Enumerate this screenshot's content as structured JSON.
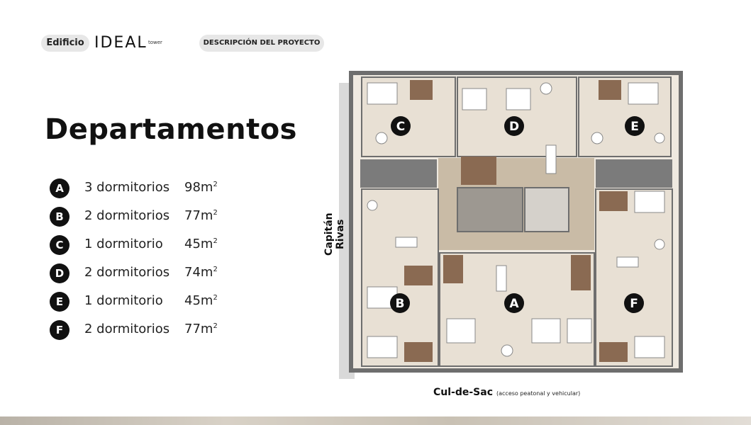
{
  "header": {
    "edificio_label": "Edificio",
    "brand_name": "IDEAL",
    "brand_sub": "tower",
    "section_label": "DESCRIPCIÓN DEL PROYECTO"
  },
  "title": "Departamentos",
  "units": [
    {
      "letter": "A",
      "description": "3 dormitorios",
      "area": "98m",
      "unit_sup": "2"
    },
    {
      "letter": "B",
      "description": "2 dormitorios",
      "area": "77m",
      "unit_sup": "2"
    },
    {
      "letter": "C",
      "description": "1 dormitorio",
      "area": "45m",
      "unit_sup": "2"
    },
    {
      "letter": "D",
      "description": "2 dormitorios",
      "area": "74m",
      "unit_sup": "2"
    },
    {
      "letter": "E",
      "description": "1 dormitorio",
      "area": "45m",
      "unit_sup": "2"
    },
    {
      "letter": "F",
      "description": "2 dormitorios",
      "area": "77m",
      "unit_sup": "2"
    }
  ],
  "plan": {
    "street_side": "Capitán Rivas",
    "street_front": "Cul-de-Sac",
    "street_front_note": "(acceso peatonal y vehicular)",
    "markers": {
      "A": "A",
      "B": "B",
      "C": "C",
      "D": "D",
      "E": "E",
      "F": "F"
    },
    "colors": {
      "wall": "#6e6e6e",
      "floor": "#e8e0d4",
      "core": "#b3aca2",
      "wet": "#8a6a52"
    }
  }
}
